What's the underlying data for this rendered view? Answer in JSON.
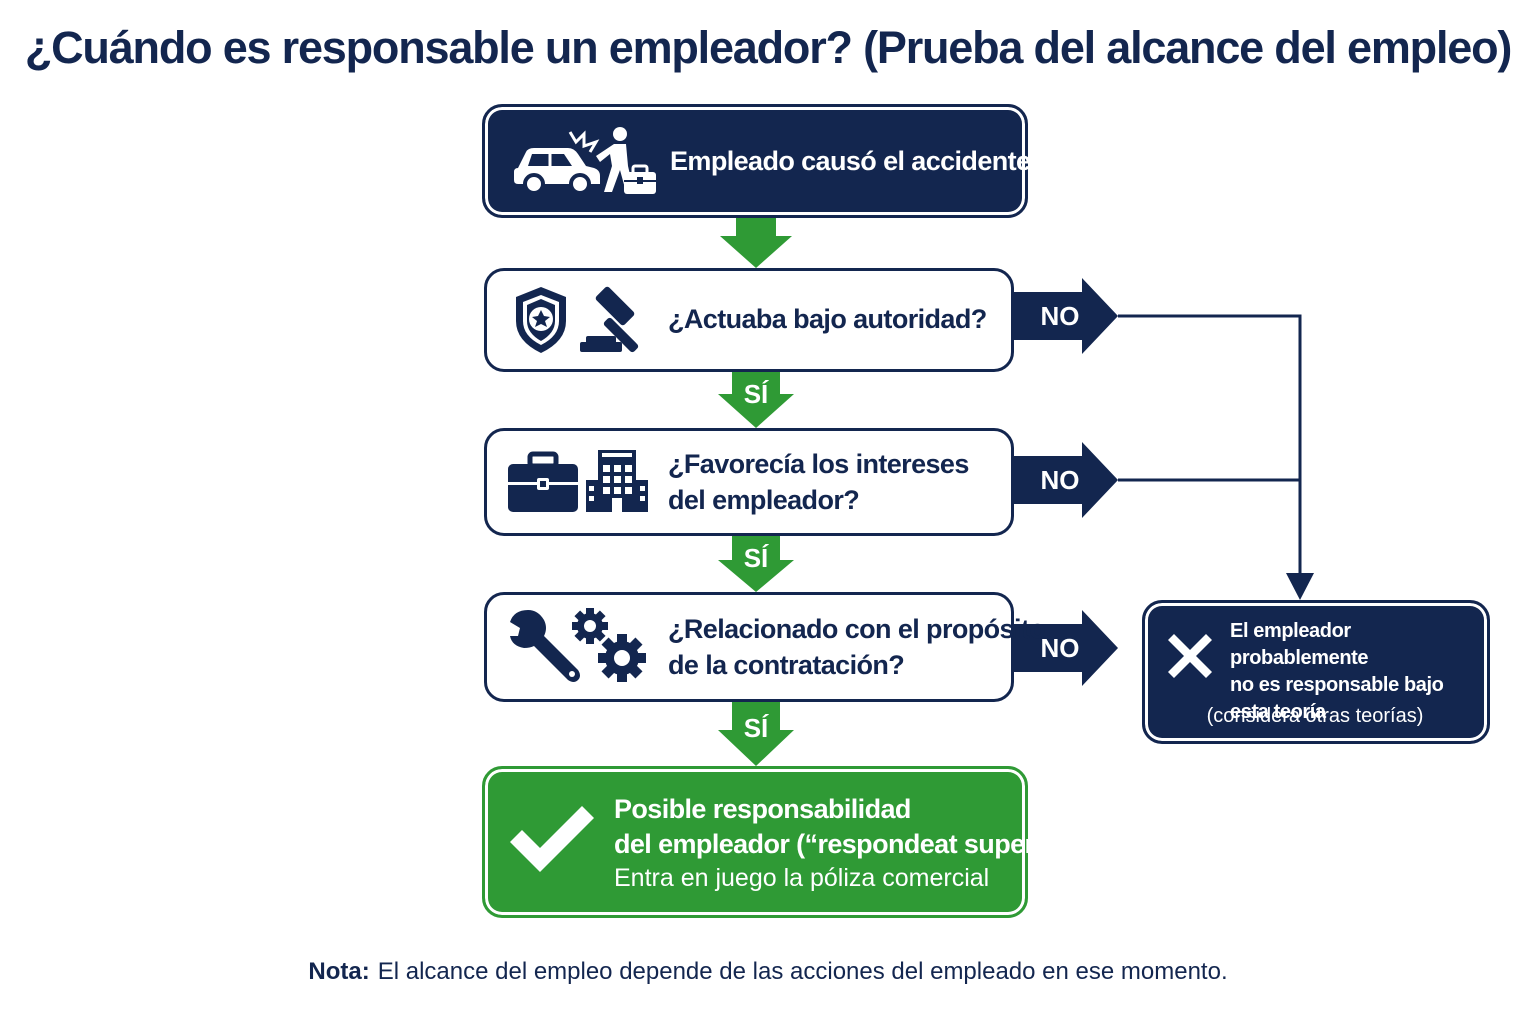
{
  "title": "¿Cuándo es responsable un empleador? (Prueba del alcance del empleo)",
  "nodes": {
    "start": {
      "label": "Empleado causó el accidente"
    },
    "q1": {
      "label": "¿Actuaba bajo autoridad?"
    },
    "q2": {
      "line1": "¿Favorecía los intereses",
      "line2": "del empleador?"
    },
    "q3": {
      "line1": "¿Relacionado con el propósito",
      "line2": "de la contratación?"
    },
    "result_no": {
      "line1": "El empleador probablemente",
      "line2": "no es responsable bajo",
      "line3": "esta teoría",
      "note": "(considera otras teorías)"
    },
    "result_yes": {
      "line1": "Posible responsabilidad",
      "line2": "del empleador (“respondeat superior”)",
      "line3": "Entra en juego la póliza comercial"
    }
  },
  "edge_labels": {
    "yes": "SÍ",
    "no": "NO"
  },
  "note": {
    "label": "Nota:",
    "text": "El alcance del empleo depende de las acciones del empleado en ese momento."
  },
  "colors": {
    "navy": "#13264f",
    "green": "#2f9a35",
    "white": "#ffffff"
  },
  "icons": {
    "start": [
      "car-crash-icon",
      "walking-person-icon",
      "briefcase-icon"
    ],
    "q1": [
      "police-badge-icon",
      "gavel-icon"
    ],
    "q2": [
      "briefcase-icon",
      "office-building-icon"
    ],
    "q3": [
      "wrench-icon",
      "gears-icon"
    ],
    "result_no": [
      "x-mark-icon"
    ],
    "result_yes": [
      "checkmark-icon"
    ]
  }
}
